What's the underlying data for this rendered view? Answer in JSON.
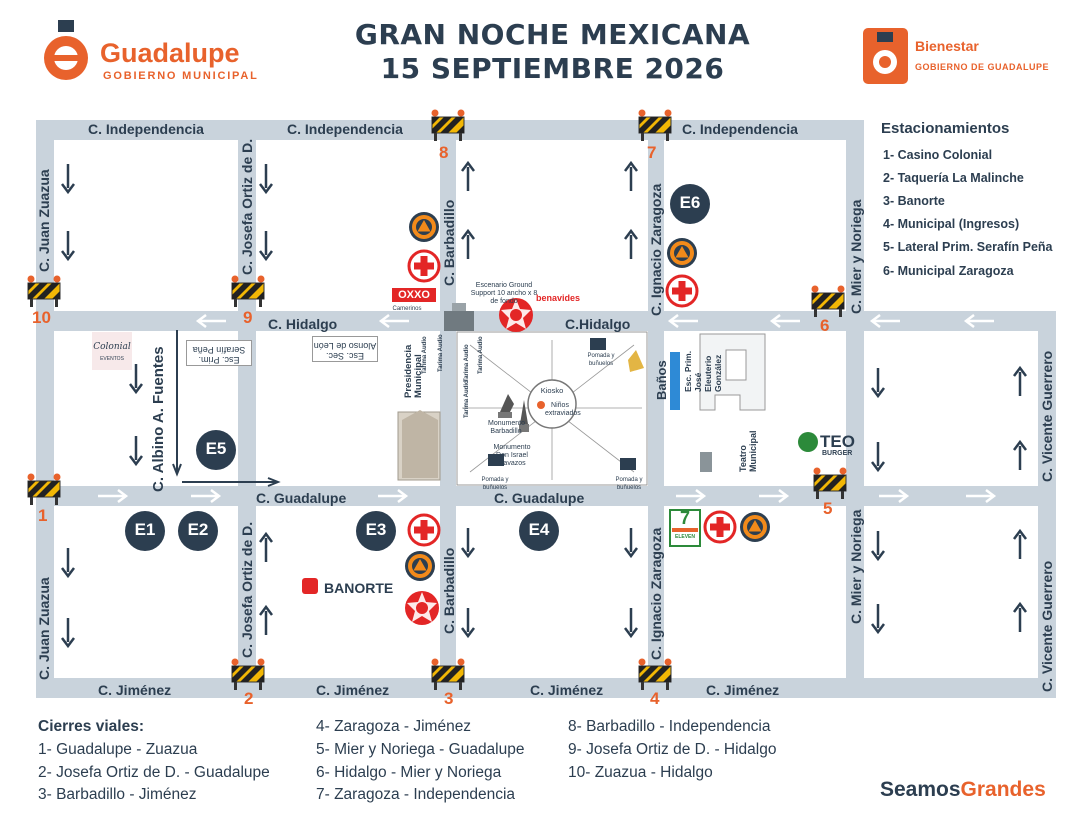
{
  "header": {
    "title_line1": "GRAN NOCHE MEXICANA",
    "title_line2": "15 SEPTIEMBRE 2026",
    "logo_left_name": "Guadalupe",
    "logo_left_sub": "GOBIERNO MUNICIPAL",
    "logo_right_name": "Bienestar",
    "logo_right_sub": "GOBIERNO DE GUADALUPE"
  },
  "streets": {
    "independencia": "C. Independencia",
    "hidalgo": "C. Hidalgo",
    "hidalgo_center": "C.Hidalgo",
    "guadalupe": "C. Guadalupe",
    "jimenez": "C. Jiménez",
    "juan_zuazua": "C. Juan Zuazua",
    "josefa": "C. Josefa Ortiz de D.",
    "barbadillo": "C. Barbadillo",
    "zaragoza": "C. Ignacio Zaragoza",
    "mier": "C. Mier y Noriega",
    "vicente": "C. Vicente Guerrero",
    "albino": "C. Albino A. Fuentes"
  },
  "parking": {
    "title": "Estacionamientos",
    "items": [
      "1- Casino Colonial",
      "2- Taquería La Malinche",
      "3- Banorte",
      "4- Municipal (Ingresos)",
      "5- Lateral Prim. Serafín Peña",
      "6- Municipal Zaragoza"
    ],
    "markers": [
      "E1",
      "E2",
      "E3",
      "E4",
      "E5",
      "E6"
    ]
  },
  "closures": {
    "title": "Cierres viales:",
    "items": [
      "1- Guadalupe - Zuazua",
      "2- Josefa Ortiz de D. - Guadalupe",
      "3- Barbadillo - Jiménez",
      "4- Zaragoza - Jiménez",
      "5- Mier y Noriega - Guadalupe",
      "6- Hidalgo - Mier y Noriega",
      "7- Zaragoza - Independencia",
      "8- Barbadillo - Independencia",
      "9- Josefa Ortiz de D. - Hidalgo",
      "10- Zuazua - Hidalgo"
    ],
    "numbers": [
      "1",
      "2",
      "3",
      "4",
      "5",
      "6",
      "7",
      "8",
      "9",
      "10"
    ]
  },
  "places": {
    "escenario": "Escenario Ground Support 10 ancho x 8 de fondo",
    "camerinos": "Camerinos",
    "oxxo": "OXXO",
    "benavides": "benavides",
    "presidencia": "Presidencia Municipal",
    "kiosko": "Kiosko",
    "ninos": "Niños extraviados",
    "monumento_barbadillo": "Monumento Barbadillo",
    "monumento_cossio": "Monumento Don Israel Cavazos",
    "pomada1": "Pomada y buñuelos",
    "pomada2": "Pomada y buñuelos",
    "pomada3": "Pomada y buñuelos",
    "banos": "Baños",
    "esc_prim_jose": "Esc. Prim. José Eleuterio González",
    "teatro": "Teatro Municipal",
    "esc_prim_serafin": "Esc. Prim. Serafín Peña",
    "esc_sec_alonso": "Esc. Sec. Alonso de León",
    "colonial": "Colonial",
    "colonial_sub": "EVENTOS",
    "teo": "TEO",
    "teo_sub": "BURGER",
    "banorte": "BANORTE",
    "seven": "7",
    "seven_sub": "ELEVEN",
    "tarima1": "Tarima Audio",
    "tarima2": "Tarima Audio",
    "tarima3": "Tarima Audio",
    "tarima4": "Tarima Audio",
    "tarima5": "Tarima Audio"
  },
  "footer_brand": {
    "part1": "Seamos",
    "part2": "Grandes"
  },
  "colors": {
    "street": "#c9d3dc",
    "navy": "#2c3e50",
    "orange": "#e8622c",
    "red": "#e32626",
    "barrier_yellow": "#f2b705"
  }
}
